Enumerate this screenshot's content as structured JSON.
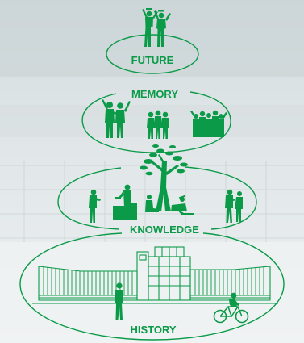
{
  "levels": [
    {
      "key": "future",
      "label": "FUTURE"
    },
    {
      "key": "memory",
      "label": "MEMORY"
    },
    {
      "key": "knowledge",
      "label": "KNOWLEDGE"
    },
    {
      "key": "history",
      "label": "HISTORY"
    }
  ],
  "icons": {
    "future": "graduates-icon",
    "memory": [
      "friends-group-icon",
      "friends-trio-icon",
      "crowd-group-icon"
    ],
    "knowledge": [
      "reader-standing-icon",
      "reader-sitting-icon",
      "tree-readers-icon",
      "reader-walking-icon"
    ],
    "history": [
      "university-building-icon",
      "walking-person-icon",
      "cyclist-icon"
    ]
  },
  "colors": {
    "accent": "#0a9a48",
    "background_top": "#c9d3d6",
    "background_bottom": "#eef1f2"
  }
}
